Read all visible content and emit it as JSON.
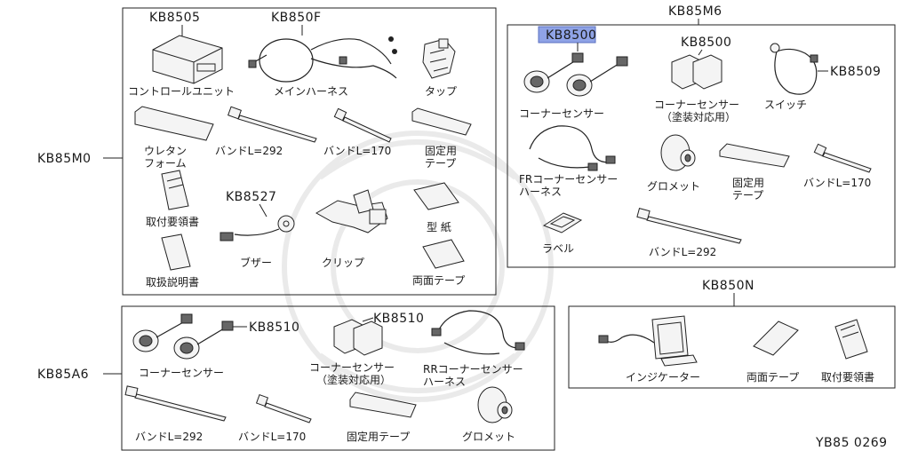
{
  "groups": {
    "kb85m0": {
      "code": "KB85M0",
      "items": {
        "control_unit": {
          "code": "KB8505",
          "label": "コントロールユニット"
        },
        "main_harness": {
          "code": "KB850F",
          "label": "メインハーネス"
        },
        "tap": {
          "label": "タップ"
        },
        "urethane_foam": {
          "label_line1": "ウレタン",
          "label_line2": "フォーム"
        },
        "band_292": {
          "label": "バンドL=292"
        },
        "band_170": {
          "label": "バンドL=170"
        },
        "fixing_tape": {
          "label_line1": "固定用",
          "label_line2": "テープ"
        },
        "install_guide": {
          "label": "取付要領書"
        },
        "buzzer": {
          "code": "KB8527",
          "label": "ブザー"
        },
        "clip": {
          "label": "クリップ"
        },
        "template": {
          "label": "型 紙"
        },
        "manual": {
          "label": "取扱説明書"
        },
        "double_tape": {
          "label": "両面テープ"
        }
      }
    },
    "kb85m6": {
      "code": "KB85M6",
      "items": {
        "corner_sensor": {
          "code": "KB8500",
          "label": "コーナーセンサー"
        },
        "corner_sensor_paint": {
          "code": "KB8500",
          "label_line1": "コーナーセンサー",
          "label_line2": "（塗装対応用）"
        },
        "switch": {
          "code": "KB8509",
          "label": "スイッチ"
        },
        "fr_harness": {
          "label_line1": "FRコーナーセンサー",
          "label_line2": "ハーネス"
        },
        "grommet": {
          "label": "グロメット"
        },
        "fixing_tape": {
          "label_line1": "固定用",
          "label_line2": "テープ"
        },
        "band_170": {
          "label": "バンドL=170"
        },
        "label_sticker": {
          "label": "ラベル"
        },
        "band_292": {
          "label": "バンドL=292"
        }
      }
    },
    "kb85a6": {
      "code": "KB85A6",
      "items": {
        "corner_sensor": {
          "code": "KB8510",
          "label": "コーナーセンサー"
        },
        "corner_sensor_paint": {
          "code": "KB8510",
          "label_line1": "コーナーセンサー",
          "label_line2": "（塗装対応用）"
        },
        "rr_harness": {
          "label_line1": "RRコーナーセンサー",
          "label_line2": "ハーネス"
        },
        "band_292": {
          "label": "バンドL=292"
        },
        "band_170": {
          "label": "バンドL=170"
        },
        "fixing_tape": {
          "label": "固定用テープ"
        },
        "grommet": {
          "label": "グロメット"
        }
      }
    },
    "kb850n": {
      "code": "KB850N",
      "items": {
        "indicator": {
          "label": "インジケーター"
        },
        "double_tape": {
          "label": "両面テープ"
        },
        "install_guide": {
          "label": "取付要領書"
        }
      }
    }
  },
  "diagram_id": "YB85 0269",
  "colors": {
    "highlight": "#8fa3e6",
    "line": "#222222",
    "background": "#ffffff"
  }
}
